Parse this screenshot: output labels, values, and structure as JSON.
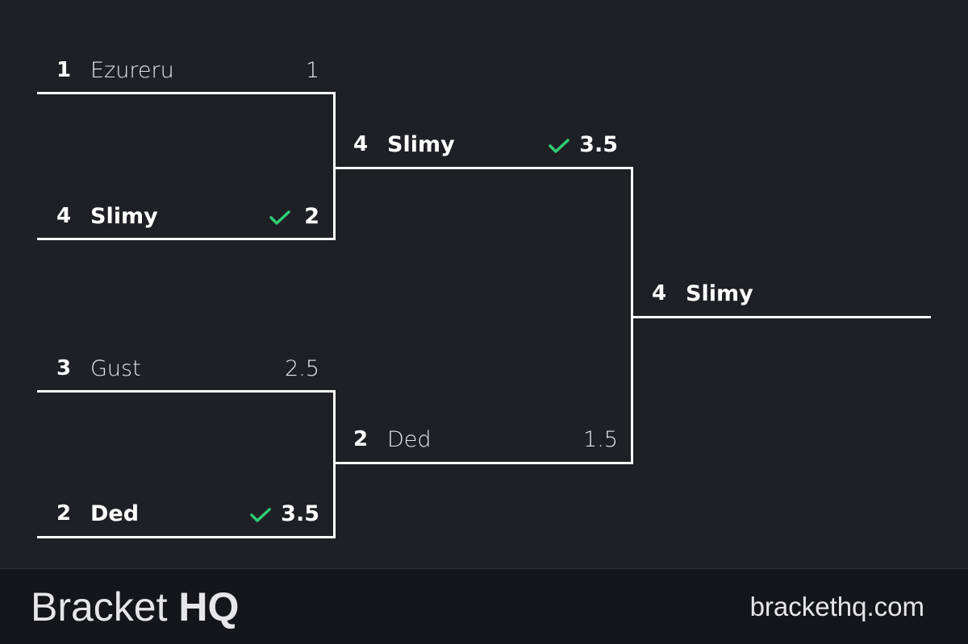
{
  "matches": [
    {
      "id": "r1m1",
      "slots": [
        {
          "seed": "1",
          "name": "Ezureru",
          "score": "1",
          "winner": false
        },
        {
          "seed": "4",
          "name": "Slimy",
          "score": "2",
          "winner": true
        }
      ]
    },
    {
      "id": "r1m2",
      "slots": [
        {
          "seed": "3",
          "name": "Gust",
          "score": "2.5",
          "winner": false
        },
        {
          "seed": "2",
          "name": "Ded",
          "score": "3.5",
          "winner": true
        }
      ]
    },
    {
      "id": "r2m1",
      "slots": [
        {
          "seed": "4",
          "name": "Slimy",
          "score": "3.5",
          "winner": true
        },
        {
          "seed": "2",
          "name": "Ded",
          "score": "1.5",
          "winner": false
        }
      ]
    }
  ],
  "champion": {
    "seed": "4",
    "name": "Slimy"
  },
  "colors": {
    "background": "#1f2026",
    "footer": "#15161a",
    "lines": "#ffffff",
    "check": "#2ecc71"
  },
  "footer": {
    "brand_light": "Bracket",
    "brand_bold": "HQ",
    "site": "brackethq.com"
  }
}
